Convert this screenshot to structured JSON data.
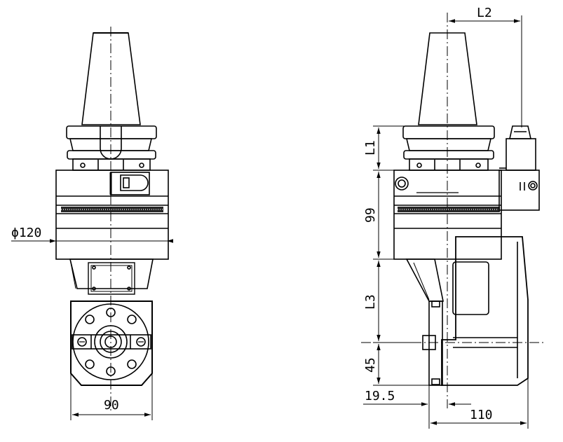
{
  "drawing": {
    "front_view": {
      "diameter_label": "ϕ120",
      "width_label": "90"
    },
    "side_view": {
      "l2_label": "L2",
      "l1_label": "L1",
      "height_99_label": "99",
      "l3_label": "L3",
      "height_45_label": "45",
      "offset_19_5_label": "19.5",
      "width_110_label": "110"
    },
    "colors": {
      "line": "#000000",
      "background": "#ffffff"
    }
  }
}
